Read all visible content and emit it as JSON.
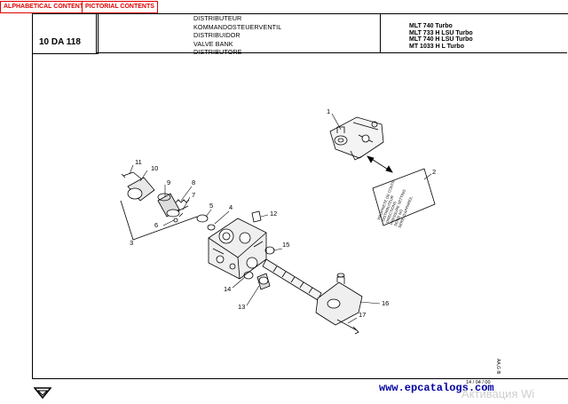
{
  "nav": {
    "alphabetical": "ALPHABETICAL CONTENTS",
    "pictorial": "PICTORIAL CONTENTS"
  },
  "header": {
    "ref_code": "10 DA 118",
    "titles": [
      "DISTRIBUTEUR",
      "KOMMANDOSTEUERVENTIL",
      "DISTRIBUIDOR",
      "VALVE BANK",
      "DISTRIBUTORE"
    ],
    "models": [
      "MLT 740 Turbo",
      "MLT 733 H LSU Turbo",
      "MLT 740 H LSU Turbo",
      "MT 1033 H L Turbo"
    ]
  },
  "diagram": {
    "callouts": [
      "1",
      "2",
      "3",
      "4",
      "5",
      "6",
      "7",
      "8",
      "9",
      "10",
      "11",
      "12",
      "13",
      "14",
      "15",
      "16",
      "17"
    ],
    "label_plate_lines": [
      "PROPRIETE DE CONTR",
      "DISTRIBUTEUR",
      "DIRECTIONS",
      "PRESSURE SETTING",
      "SERIE NO",
      "SERIE D'APPAREIL"
    ]
  },
  "footer": {
    "date": "14 / 04 / 00",
    "side_code": "AA,G 8l",
    "site": "www.epcatalogs.com",
    "watermark": "Активация Wi"
  },
  "icons": {
    "down": "down-arrow-icon"
  }
}
